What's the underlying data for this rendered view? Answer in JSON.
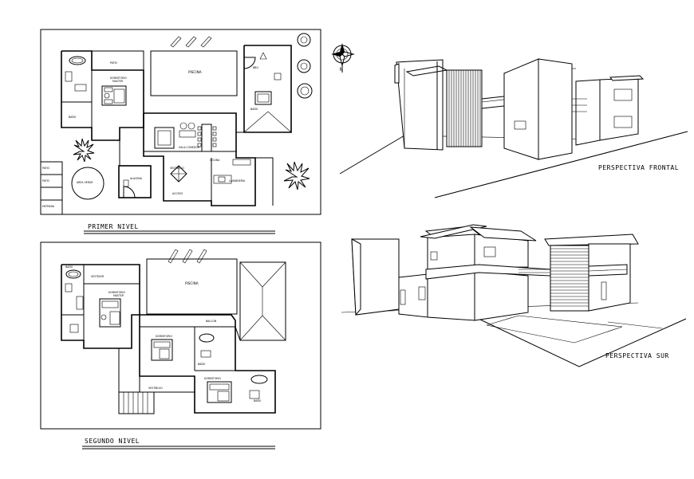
{
  "plans": {
    "primer": {
      "title": "PRIMER NIVEL"
    },
    "segundo": {
      "title": "SEGUNDO NIVEL"
    }
  },
  "perspectives": {
    "frontal": {
      "title": "PERSPECTIVA FRONTAL"
    },
    "sur": {
      "title": "PERSPECTIVA SUR"
    }
  },
  "compass": {
    "label": "N"
  }
}
